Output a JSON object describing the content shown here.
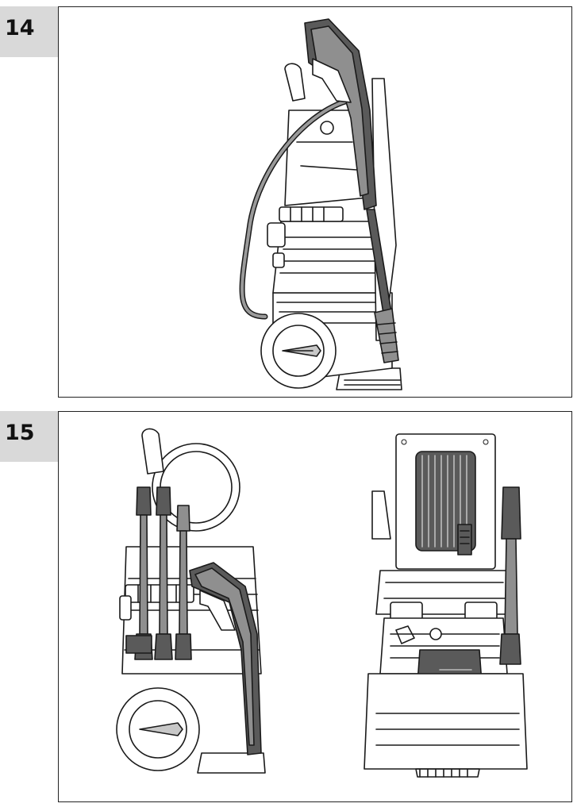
{
  "figures": [
    {
      "number": "14",
      "illustration": "pressure-washer-side-view-gun-stored"
    },
    {
      "number": "15",
      "illustration": "pressure-washer-accessory-storage-views"
    }
  ],
  "colors": {
    "label_background": "#d9d9d9",
    "line": "#1a1a1a",
    "tool_gray": "#8f8f8f",
    "tool_dark": "#5a5a5a"
  }
}
